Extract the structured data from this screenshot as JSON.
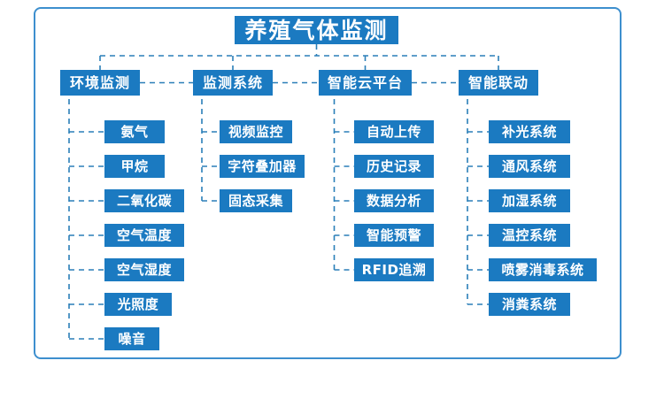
{
  "diagram": {
    "type": "tree-hierarchy",
    "title": "养殖气体监测",
    "accent_color": "#1b7ac1",
    "frame_color": "#3d8fce",
    "connector_color": "#2a7fb8",
    "text_color": "#ffffff",
    "background_color": "#ffffff",
    "branches": [
      {
        "label": "环境监测",
        "children": [
          "氨气",
          "甲烷",
          "二氧化碳",
          "空气温度",
          "空气湿度",
          "光照度",
          "噪音"
        ]
      },
      {
        "label": "监测系统",
        "children": [
          "视频监控",
          "字符叠加器",
          "固态采集"
        ]
      },
      {
        "label": "智能云平台",
        "children": [
          "自动上传",
          "历史记录",
          "数据分析",
          "智能预警",
          "RFID追溯"
        ]
      },
      {
        "label": "智能联动",
        "children": [
          "补光系统",
          "通风系统",
          "加湿系统",
          "温控系统",
          "喷雾消毒系统",
          "消粪系统"
        ]
      }
    ]
  }
}
